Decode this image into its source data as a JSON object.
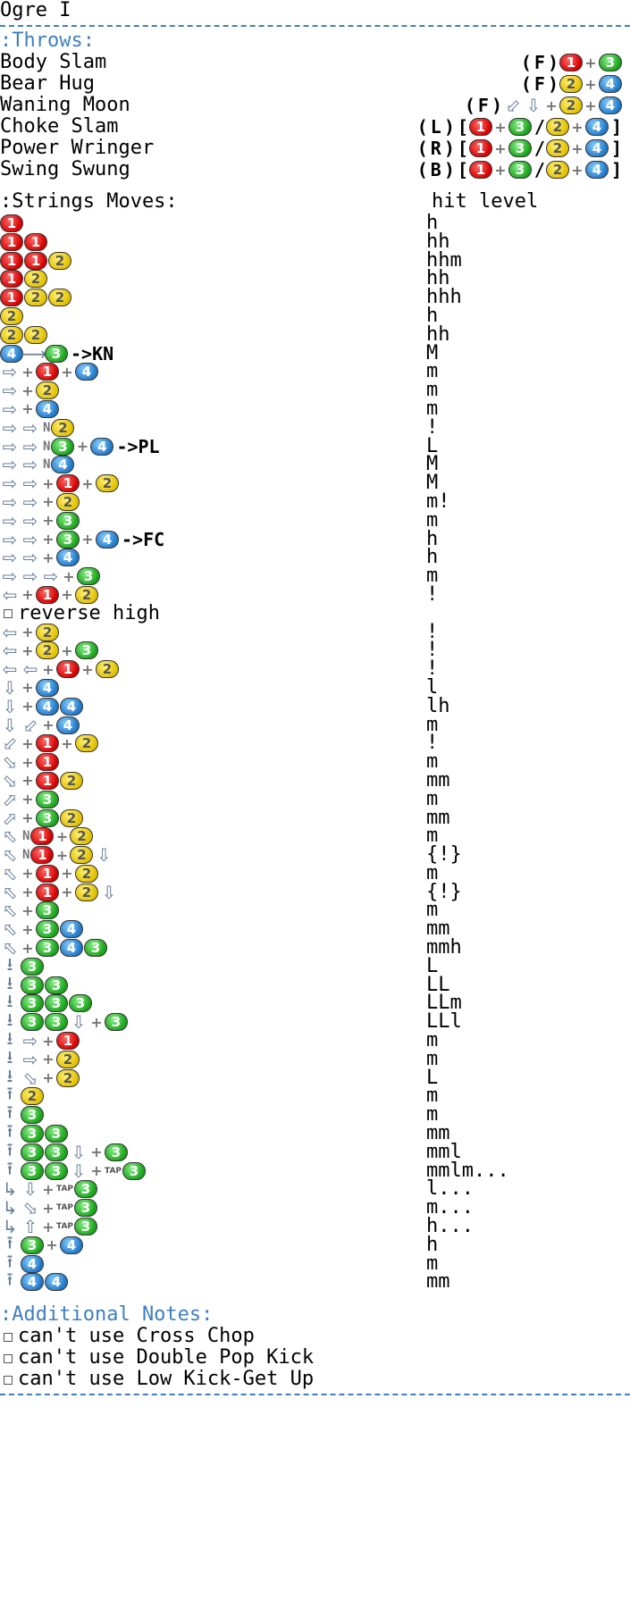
{
  "title": "Ogre I",
  "throws_header": ":Throws:",
  "throws": [
    {
      "name": "Body Slam",
      "cmd": "(F) 1+3"
    },
    {
      "name": "Bear Hug",
      "cmd": "(F) 2+4"
    },
    {
      "name": "Waning Moon",
      "cmd": "(F) db d+2+4"
    },
    {
      "name": "Choke Slam",
      "cmd": "(L)[1+3/2+4]"
    },
    {
      "name": "Power Wringer",
      "cmd": "(R)[1+3/2+4]"
    },
    {
      "name": "Swing Swung",
      "cmd": "(B)[1+3/2+4]"
    }
  ],
  "strings_header": ":Strings Moves:",
  "hit_level_header": "hit level",
  "moves": [
    {
      "cmd": "1",
      "lvl": "h"
    },
    {
      "cmd": "1 1",
      "lvl": "hh"
    },
    {
      "cmd": "1 1 2",
      "lvl": "hhm"
    },
    {
      "cmd": "1 2",
      "lvl": "hh"
    },
    {
      "cmd": "1 2 2",
      "lvl": "hhh"
    },
    {
      "cmd": "2",
      "lvl": "h"
    },
    {
      "cmd": "2 2",
      "lvl": "hh"
    },
    {
      "cmd": "4 → 3 ->KN",
      "lvl": "M"
    },
    {
      "cmd": "f+1+4",
      "lvl": "m"
    },
    {
      "cmd": "f+2",
      "lvl": "m"
    },
    {
      "cmd": "f+4",
      "lvl": "m"
    },
    {
      "cmd": "f f N 2",
      "lvl": "!"
    },
    {
      "cmd": "f f N 3+4 ->PL",
      "lvl": "L"
    },
    {
      "cmd": "f f N 4",
      "lvl": "M"
    },
    {
      "cmd": "f f+1+2",
      "lvl": "M"
    },
    {
      "cmd": "f f+2",
      "lvl": "m!"
    },
    {
      "cmd": "f f+3",
      "lvl": "m"
    },
    {
      "cmd": "f f+3+4 ->FC",
      "lvl": "h"
    },
    {
      "cmd": "f f+4",
      "lvl": "h"
    },
    {
      "cmd": "f f f+3",
      "lvl": "m"
    },
    {
      "cmd": "b+1+2",
      "lvl": "!"
    },
    {
      "cmd": "reverse high",
      "lvl": ""
    },
    {
      "cmd": "b+2",
      "lvl": "!"
    },
    {
      "cmd": "b+2+3",
      "lvl": "!"
    },
    {
      "cmd": "b b+1+2",
      "lvl": "!"
    },
    {
      "cmd": "d+4",
      "lvl": "l"
    },
    {
      "cmd": "d+4 4",
      "lvl": "lh"
    },
    {
      "cmd": "d db+4",
      "lvl": "m"
    },
    {
      "cmd": "db+1+2",
      "lvl": "!"
    },
    {
      "cmd": "df+1",
      "lvl": "m"
    },
    {
      "cmd": "df+1 2",
      "lvl": "mm"
    },
    {
      "cmd": "uf+3",
      "lvl": "m"
    },
    {
      "cmd": "uf+3 2",
      "lvl": "mm"
    },
    {
      "cmd": "ub N 1+2",
      "lvl": "m"
    },
    {
      "cmd": "ub N 1+2 d",
      "lvl": "{!}"
    },
    {
      "cmd": "ub+1+2",
      "lvl": "m"
    },
    {
      "cmd": "ub+1+2 d",
      "lvl": "{!}"
    },
    {
      "cmd": "ub+3",
      "lvl": "m"
    },
    {
      "cmd": "ub+3 4",
      "lvl": "mm"
    },
    {
      "cmd": "ub+3 4 3",
      "lvl": "mmh"
    },
    {
      "cmd": "FC 3",
      "lvl": "L"
    },
    {
      "cmd": "FC 3 3",
      "lvl": "LL"
    },
    {
      "cmd": "FC 3 3 3",
      "lvl": "LLm"
    },
    {
      "cmd": "FC 3 3 d+3",
      "lvl": "LLl"
    },
    {
      "cmd": "FC f+1",
      "lvl": "m"
    },
    {
      "cmd": "FC f+2",
      "lvl": "m"
    },
    {
      "cmd": "FC df+2",
      "lvl": "L"
    },
    {
      "cmd": "WS 2",
      "lvl": "m"
    },
    {
      "cmd": "WS 3",
      "lvl": "m"
    },
    {
      "cmd": "WS 3 3",
      "lvl": "mm"
    },
    {
      "cmd": "WS 3 3 d+3",
      "lvl": "mml"
    },
    {
      "cmd": "WS 3 3 d+TAP 3",
      "lvl": "mmlm..."
    },
    {
      "cmd": "SS d+TAP 3",
      "lvl": "l..."
    },
    {
      "cmd": "SS df+TAP 3",
      "lvl": "m..."
    },
    {
      "cmd": "SS u+TAP 3",
      "lvl": "h..."
    },
    {
      "cmd": "WS 3+4",
      "lvl": "h"
    },
    {
      "cmd": "WS 4",
      "lvl": "m"
    },
    {
      "cmd": "WS 4 4",
      "lvl": "mm"
    }
  ],
  "notes_header": ":Additional Notes:",
  "notes": [
    "can't use Cross Chop",
    "can't use Double Pop Kick",
    "can't use Low Kick-Get Up"
  ]
}
